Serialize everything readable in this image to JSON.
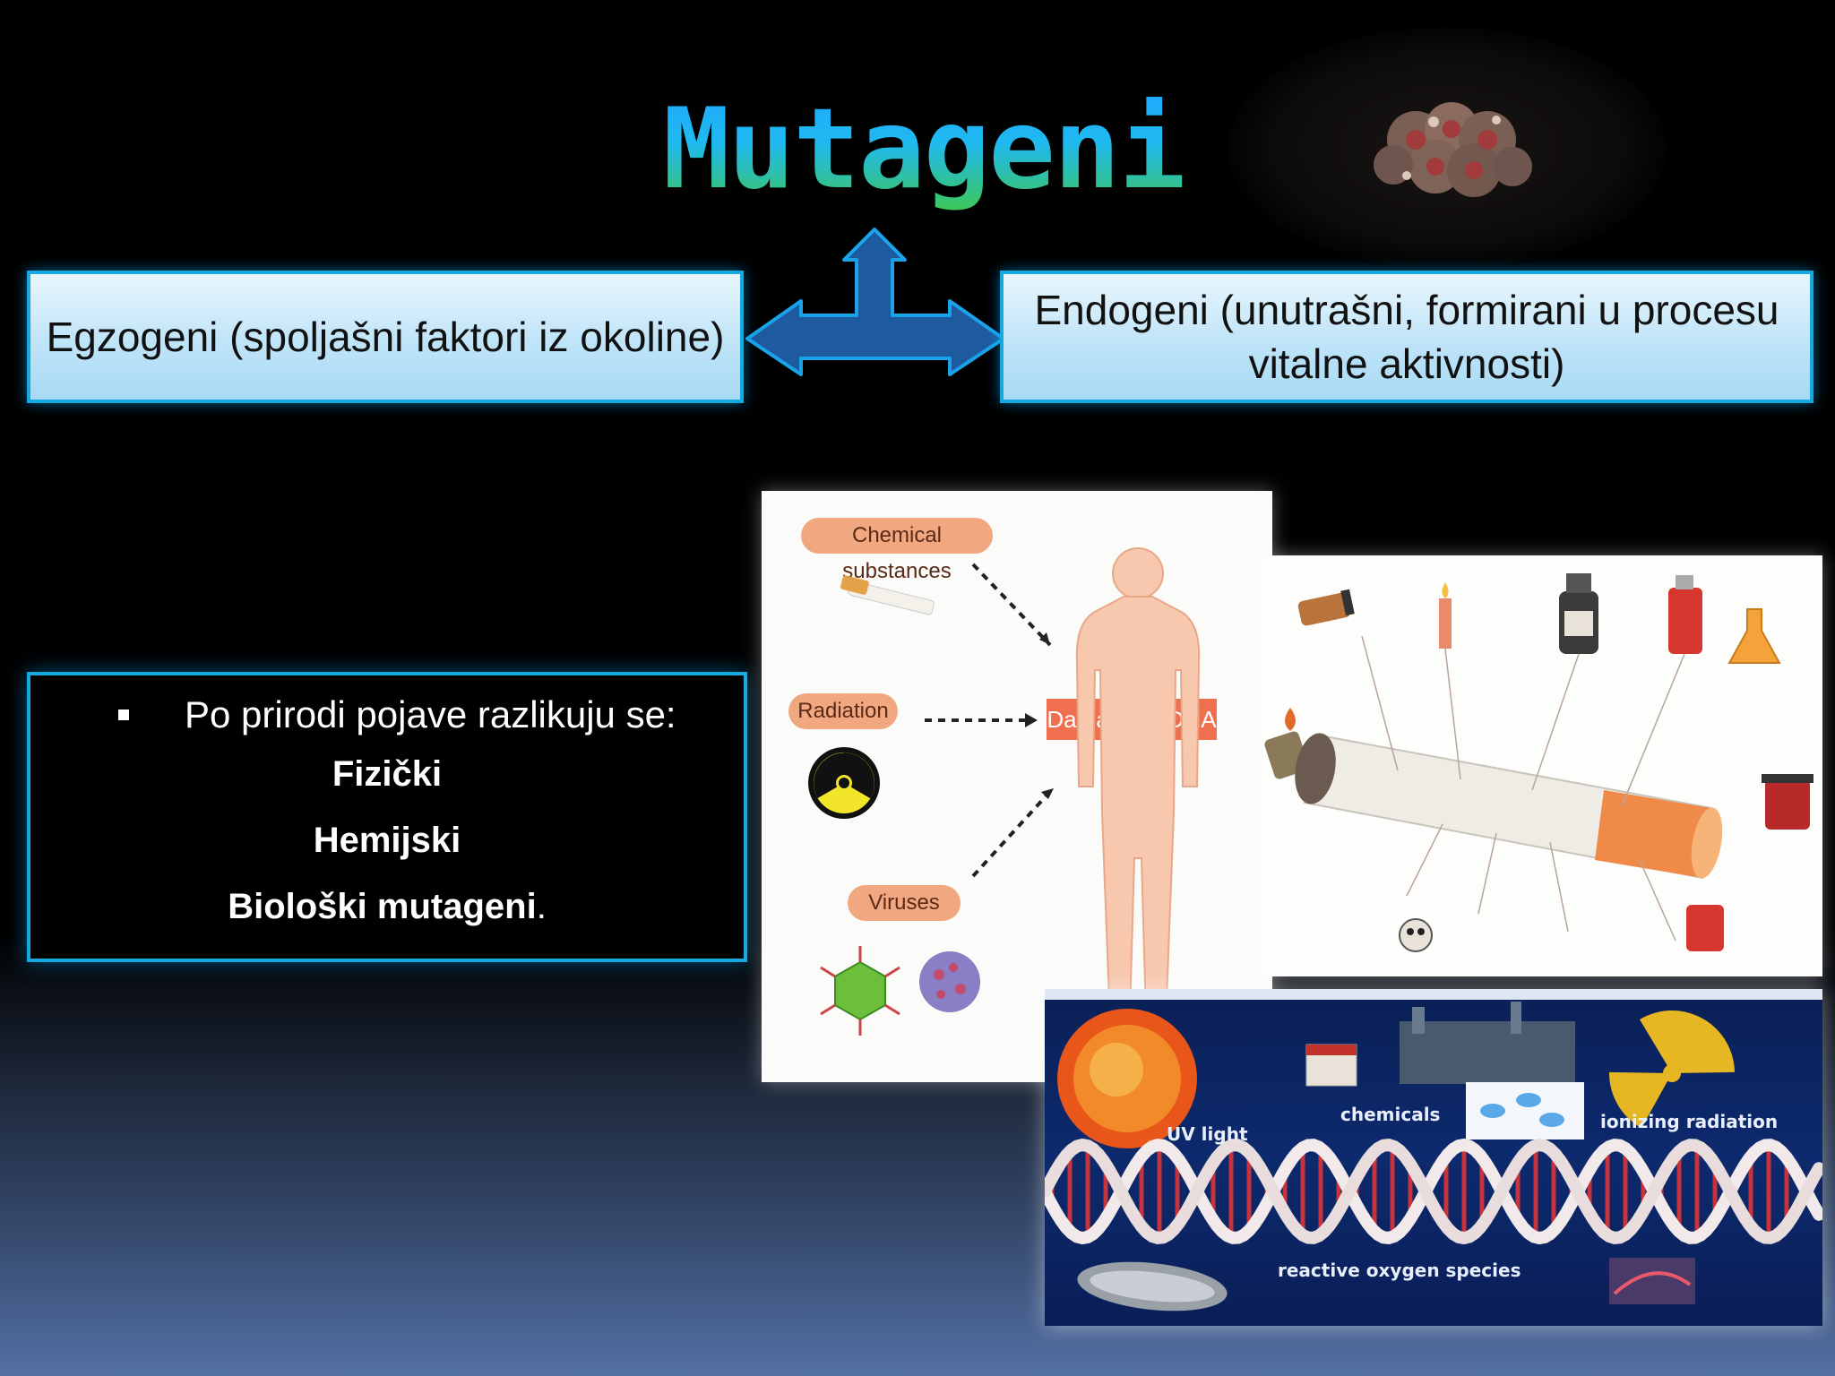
{
  "slide": {
    "title": "Mutageni",
    "left_box": "Egzogeni (spoljašni faktori iz okoline)",
    "right_box": "Endogeni (unutrašni, formirani u procesu vitalne aktivnosti)",
    "list": {
      "intro": "Po prirodi pojave razlikuju se:",
      "items": [
        "Fizički",
        "Hemijski",
        "Biološki mutageni"
      ],
      "trailing": "."
    }
  },
  "figure1": {
    "chemical": "Chemical substances",
    "radiation": "Radiation",
    "viruses": "Viruses",
    "damage": "Damage to DNA"
  },
  "figure3": {
    "uv": "UV light",
    "chemicals": "chemicals",
    "ionizing": "ionizing radiation",
    "ros": "reactive oxygen species"
  },
  "colors": {
    "box_border": "#16a9e0",
    "arrow": "#1e5aa0",
    "title_top": "#1ea7ff",
    "title_bottom": "#3fc84a"
  }
}
